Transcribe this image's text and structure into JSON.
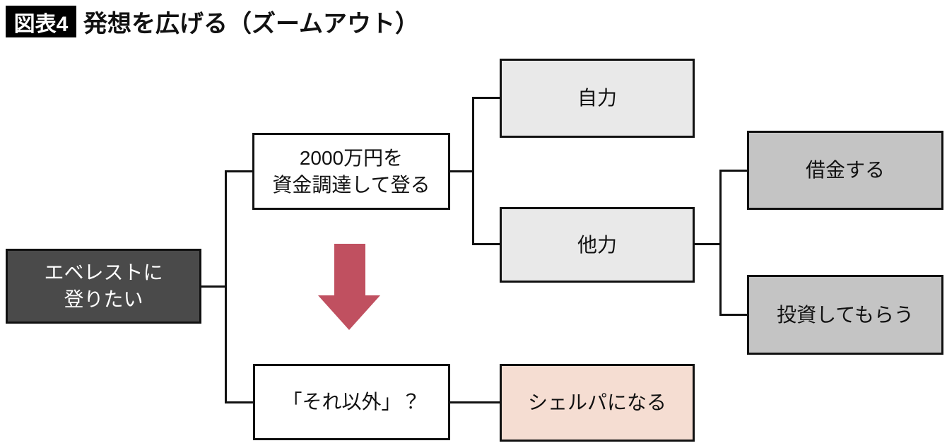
{
  "figure": {
    "badge": "図表4",
    "title": "発想を広げる（ズームアウト）"
  },
  "diagram": {
    "type": "tree",
    "nodes": {
      "root": {
        "line1": "エベレストに",
        "line2": "登りたい"
      },
      "funding": {
        "line1": "2000万円を",
        "line2": "資金調達して登る"
      },
      "self_power": {
        "label": "自力"
      },
      "other_power": {
        "label": "他力"
      },
      "borrow": {
        "label": "借金する"
      },
      "invest": {
        "label": "投資してもらう"
      },
      "alternative": {
        "label": "「それ以外」？"
      },
      "sherpa": {
        "label": "シェルパになる"
      }
    },
    "edges": [
      {
        "from": "root",
        "to": "funding"
      },
      {
        "from": "root",
        "to": "alternative"
      },
      {
        "from": "funding",
        "to": "self_power"
      },
      {
        "from": "funding",
        "to": "other_power"
      },
      {
        "from": "other_power",
        "to": "borrow"
      },
      {
        "from": "other_power",
        "to": "invest"
      },
      {
        "from": "alternative",
        "to": "sherpa"
      }
    ],
    "colors": {
      "root_bg": "#4a4a4a",
      "root_text": "#ffffff",
      "light_gray_bg": "#e9e9e9",
      "mid_gray_bg": "#c4c4c4",
      "pink_bg": "#f5ddd2",
      "line": "#111111",
      "arrow": "#c05060"
    }
  }
}
